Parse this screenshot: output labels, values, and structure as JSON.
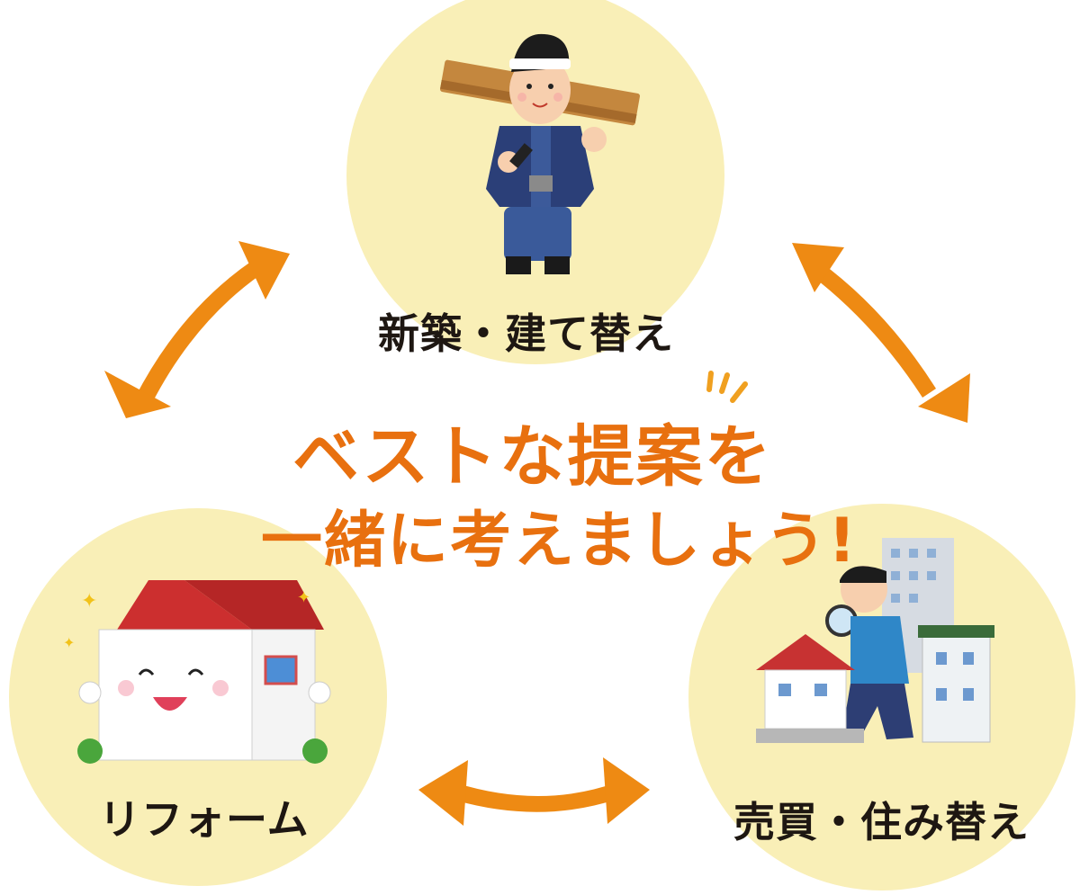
{
  "colors": {
    "circle_fill": "#f9efb7",
    "arrow": "#ee8a13",
    "headline": "#e8700f",
    "label": "#1e1712"
  },
  "headline": {
    "line1": "ベストな提案を",
    "line2": "一緒に考えましょう!"
  },
  "nodes": [
    {
      "id": "new-build",
      "label": "新築・建て替え",
      "illustration": "carpenter-icon"
    },
    {
      "id": "reform",
      "label": "リフォーム",
      "illustration": "smiling-house-icon"
    },
    {
      "id": "trade",
      "label": "売買・住み替え",
      "illustration": "house-search-icon"
    }
  ],
  "arrows": [
    {
      "from": "reform",
      "to": "new-build",
      "type": "bidirectional"
    },
    {
      "from": "new-build",
      "to": "trade",
      "type": "bidirectional"
    },
    {
      "from": "reform",
      "to": "trade",
      "type": "bidirectional"
    }
  ]
}
